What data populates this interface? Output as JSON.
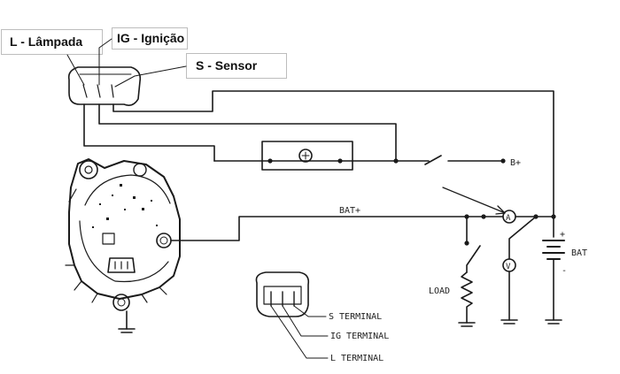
{
  "callouts": {
    "lampada": "L - Lâmpada",
    "ignicao": "IG - Ignição",
    "sensor": "S - Sensor"
  },
  "labels": {
    "b_plus": "B+",
    "bat_plus": "BAT+",
    "bat": "BAT",
    "plus": "+",
    "minus": "-",
    "load": "LOAD",
    "ammeter": "A",
    "voltmeter": "V",
    "s_terminal": "S TERMINAL",
    "ig_terminal": "IG TERMINAL",
    "l_terminal": "L TERMINAL"
  },
  "colors": {
    "line": "#1a1a1a",
    "callout_border": "#bdbdbd",
    "background": "#ffffff"
  }
}
